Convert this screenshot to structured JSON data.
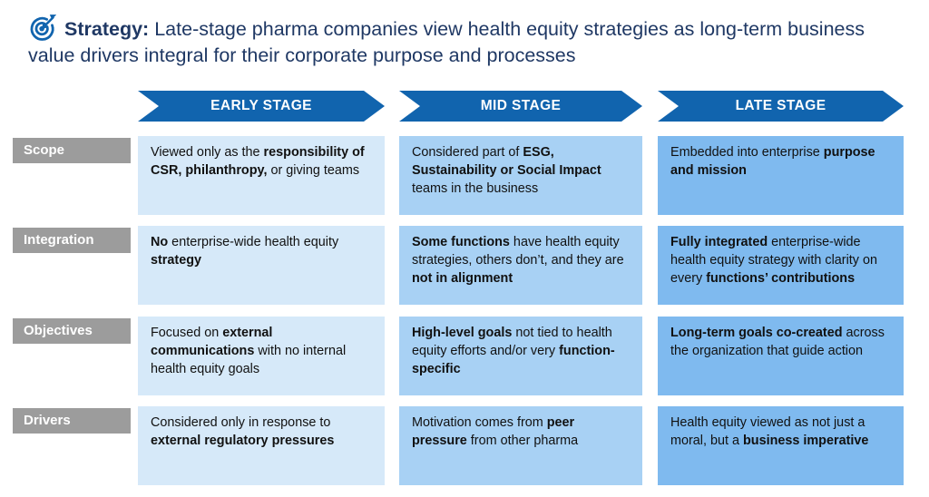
{
  "colors": {
    "title_navy": "#1F3864",
    "stage_blue": "#1164AE",
    "early_cell": "#D6E9F9",
    "mid_cell": "#A8D1F4",
    "late_cell": "#7FBAEF",
    "label_gray": "#9C9C9C",
    "cell_text": "#111111"
  },
  "title": {
    "icon": "target-dart-icon",
    "label": "Strategy:",
    "text": "Late-stage pharma companies view health equity strategies as long-term business value drivers integral for their corporate purpose and processes"
  },
  "stages": [
    {
      "label": "EARLY STAGE"
    },
    {
      "label": "MID STAGE"
    },
    {
      "label": "LATE STAGE"
    }
  ],
  "rows": [
    {
      "label": "Scope",
      "cells": [
        [
          {
            "t": "Viewed only as the ",
            "b": false
          },
          {
            "t": "responsibility of CSR, philanthropy,",
            "b": true
          },
          {
            "t": " or giving teams",
            "b": false
          }
        ],
        [
          {
            "t": "Considered part of ",
            "b": false
          },
          {
            "t": "ESG, Sustainability or Social Impact",
            "b": true
          },
          {
            "t": " teams in the business",
            "b": false
          }
        ],
        [
          {
            "t": "Embedded into enterprise ",
            "b": false
          },
          {
            "t": "purpose and mission",
            "b": true
          }
        ]
      ]
    },
    {
      "label": "Integration",
      "cells": [
        [
          {
            "t": "No",
            "b": true
          },
          {
            "t": " enterprise-wide health equity ",
            "b": false
          },
          {
            "t": "strategy",
            "b": true
          }
        ],
        [
          {
            "t": "Some functions",
            "b": true
          },
          {
            "t": " have health equity strategies, others don’t, and they are ",
            "b": false
          },
          {
            "t": "not in alignment",
            "b": true
          }
        ],
        [
          {
            "t": "Fully integrated",
            "b": true
          },
          {
            "t": " enterprise-wide health equity strategy with clarity on every ",
            "b": false
          },
          {
            "t": "functions’ contributions",
            "b": true
          }
        ]
      ]
    },
    {
      "label": "Objectives",
      "cells": [
        [
          {
            "t": "Focused on ",
            "b": false
          },
          {
            "t": "external communications",
            "b": true
          },
          {
            "t": " with no internal health equity goals",
            "b": false
          }
        ],
        [
          {
            "t": "High-level goals",
            "b": true
          },
          {
            "t": " not tied to health equity efforts and/or very ",
            "b": false
          },
          {
            "t": "function-specific",
            "b": true
          }
        ],
        [
          {
            "t": "Long-term goals co-created",
            "b": true
          },
          {
            "t": " across the organization that guide action",
            "b": false
          }
        ]
      ]
    },
    {
      "label": "Drivers",
      "cells": [
        [
          {
            "t": "Considered only in response to ",
            "b": false
          },
          {
            "t": "external regulatory pressures",
            "b": true
          }
        ],
        [
          {
            "t": "Motivation comes from ",
            "b": false
          },
          {
            "t": "peer pressure",
            "b": true
          },
          {
            "t": " from other pharma",
            "b": false
          }
        ],
        [
          {
            "t": "Health equity viewed as not just a moral, but a ",
            "b": false
          },
          {
            "t": "business imperative",
            "b": true
          }
        ]
      ]
    }
  ]
}
